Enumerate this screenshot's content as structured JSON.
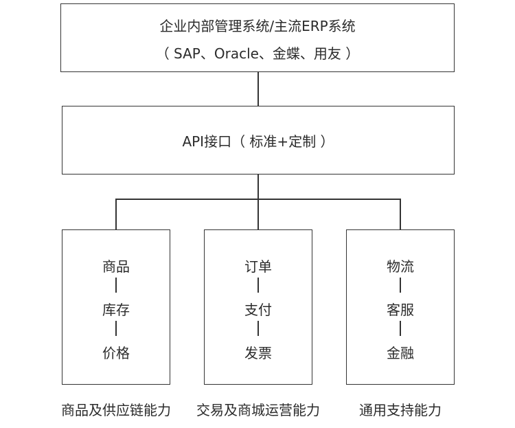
{
  "top_box": {
    "line1": "企业内部管理系统/主流ERP系统",
    "line2": "（ SAP、Oracle、金蝶、用友 ）"
  },
  "api_box": {
    "label": "API接口（ 标准+定制 ）"
  },
  "modules": [
    {
      "items": [
        "商品",
        "库存",
        "价格"
      ],
      "caption": "商品及供应链能力"
    },
    {
      "items": [
        "订单",
        "支付",
        "发票"
      ],
      "caption": "交易及商城运营能力"
    },
    {
      "items": [
        "物流",
        "客服",
        "金融"
      ],
      "caption": "通用支持能力"
    }
  ]
}
